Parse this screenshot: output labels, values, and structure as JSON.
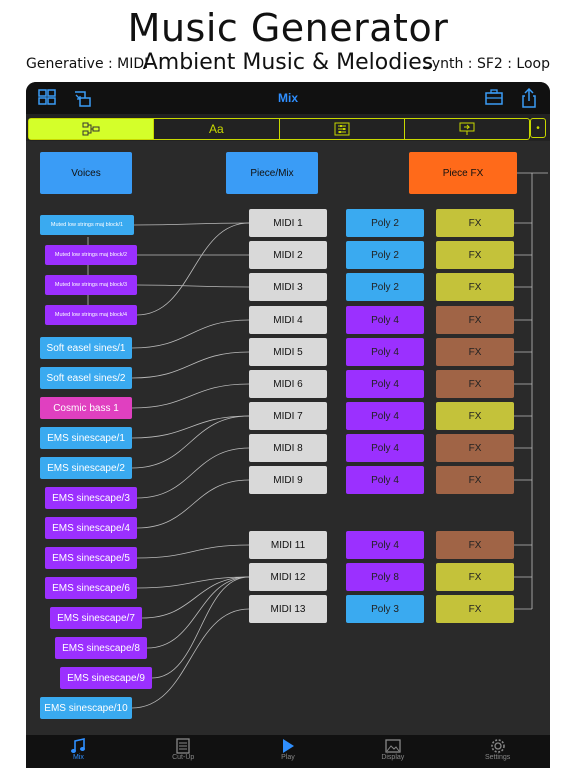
{
  "banner": {
    "title": "Music Generator",
    "subtitle": "Ambient Music & Melodies",
    "left": "Generative : MIDI",
    "right": "Synth : SF2 : Loop"
  },
  "topbar": {
    "title": "Mix",
    "icons": [
      "grid-icon",
      "import-icon",
      "toolbox-icon",
      "share-icon"
    ]
  },
  "tabs": [
    {
      "icon": "flowchart-icon",
      "label": "",
      "active": true
    },
    {
      "icon": "text-icon",
      "label": "Aa",
      "active": false
    },
    {
      "icon": "sliders-icon",
      "label": "",
      "active": false
    },
    {
      "icon": "presentation-icon",
      "label": "",
      "active": false
    }
  ],
  "headers": {
    "voices": "Voices",
    "piece_mix": "Piece/Mix",
    "piece_fx": "Piece FX"
  },
  "colors": {
    "blue": "#3aaaf0",
    "purple": "#9b30ff",
    "pink": "#e040c0",
    "olive": "#c4c23a",
    "brown": "#a06446",
    "orange": "#ff6a1a",
    "voice_blue": "#3aaaf0",
    "header_blue": "#3a9cf6"
  },
  "voices": [
    {
      "label": "Muted low strings maj block/1",
      "color": "#3aaaf0",
      "small": true
    },
    {
      "label": "Muted low strings maj block/2",
      "color": "#9b30ff",
      "small": true
    },
    {
      "label": "Muted low strings maj block/3",
      "color": "#9b30ff",
      "small": true
    },
    {
      "label": "Muted low strings maj block/4",
      "color": "#9b30ff",
      "small": true
    },
    {
      "label": "Soft easel sines/1",
      "color": "#3aaaf0",
      "small": false
    },
    {
      "label": "Soft easel sines/2",
      "color": "#3aaaf0",
      "small": false
    },
    {
      "label": "Cosmic bass 1",
      "color": "#e040c0",
      "small": false
    },
    {
      "label": "EMS sinescape/1",
      "color": "#3aaaf0",
      "small": false
    },
    {
      "label": "EMS sinescape/2",
      "color": "#3aaaf0",
      "small": false
    },
    {
      "label": "EMS sinescape/3",
      "color": "#9b30ff",
      "small": false
    },
    {
      "label": "EMS sinescape/4",
      "color": "#9b30ff",
      "small": false
    },
    {
      "label": "EMS sinescape/5",
      "color": "#9b30ff",
      "small": false
    },
    {
      "label": "EMS sinescape/6",
      "color": "#9b30ff",
      "small": false
    },
    {
      "label": "EMS sinescape/7",
      "color": "#9b30ff",
      "small": false
    },
    {
      "label": "EMS sinescape/8",
      "color": "#9b30ff",
      "small": false
    },
    {
      "label": "EMS sinescape/9",
      "color": "#9b30ff",
      "small": false
    },
    {
      "label": "EMS sinescape/10",
      "color": "#3aaaf0",
      "small": false
    }
  ],
  "channels": [
    {
      "midi": "MIDI 1",
      "poly": "Poly 2",
      "poly_color": "#3aaaf0",
      "fx": "FX",
      "fx_color": "#c4c23a"
    },
    {
      "midi": "MIDI 2",
      "poly": "Poly 2",
      "poly_color": "#3aaaf0",
      "fx": "FX",
      "fx_color": "#c4c23a"
    },
    {
      "midi": "MIDI 3",
      "poly": "Poly 2",
      "poly_color": "#3aaaf0",
      "fx": "FX",
      "fx_color": "#c4c23a"
    },
    {
      "midi": "MIDI 4",
      "poly": "Poly 4",
      "poly_color": "#9b30ff",
      "fx": "FX",
      "fx_color": "#a06446"
    },
    {
      "midi": "MIDI 5",
      "poly": "Poly 4",
      "poly_color": "#9b30ff",
      "fx": "FX",
      "fx_color": "#a06446"
    },
    {
      "midi": "MIDI 6",
      "poly": "Poly 4",
      "poly_color": "#9b30ff",
      "fx": "FX",
      "fx_color": "#a06446"
    },
    {
      "midi": "MIDI 7",
      "poly": "Poly 4",
      "poly_color": "#9b30ff",
      "fx": "FX",
      "fx_color": "#c4c23a"
    },
    {
      "midi": "MIDI 8",
      "poly": "Poly 4",
      "poly_color": "#9b30ff",
      "fx": "FX",
      "fx_color": "#a06446"
    },
    {
      "midi": "MIDI 9",
      "poly": "Poly 4",
      "poly_color": "#9b30ff",
      "fx": "FX",
      "fx_color": "#a06446"
    },
    {
      "midi": "MIDI 11",
      "poly": "Poly 4",
      "poly_color": "#9b30ff",
      "fx": "FX",
      "fx_color": "#a06446"
    },
    {
      "midi": "MIDI 12",
      "poly": "Poly 8",
      "poly_color": "#9b30ff",
      "fx": "FX",
      "fx_color": "#c4c23a"
    },
    {
      "midi": "MIDI 13",
      "poly": "Poly 3",
      "poly_color": "#3aaaf0",
      "fx": "FX",
      "fx_color": "#c4c23a"
    }
  ],
  "routing": [
    [
      "Muted low strings maj block/1",
      "MIDI 1"
    ],
    [
      "Muted low strings maj block/2",
      "MIDI 2"
    ],
    [
      "Muted low strings maj block/3",
      "MIDI 3"
    ],
    [
      "Muted low strings maj block/4",
      "MIDI 1"
    ],
    [
      "Soft easel sines/1",
      "MIDI 4"
    ],
    [
      "Soft easel sines/2",
      "MIDI 5"
    ],
    [
      "Cosmic bass 1",
      "MIDI 6"
    ],
    [
      "EMS sinescape/1",
      "MIDI 7"
    ],
    [
      "EMS sinescape/2",
      "MIDI 7"
    ],
    [
      "EMS sinescape/3",
      "MIDI 8"
    ],
    [
      "EMS sinescape/4",
      "MIDI 9"
    ],
    [
      "EMS sinescape/5",
      "MIDI 11"
    ],
    [
      "EMS sinescape/6",
      "MIDI 12"
    ],
    [
      "EMS sinescape/7",
      "MIDI 12"
    ],
    [
      "EMS sinescape/8",
      "MIDI 12"
    ],
    [
      "EMS sinescape/9",
      "MIDI 12"
    ],
    [
      "EMS sinescape/10",
      "MIDI 13"
    ]
  ],
  "bottom_tabs": [
    {
      "label": "Mix",
      "icon": "music-note-icon",
      "active": true
    },
    {
      "label": "Cut-Up",
      "icon": "document-icon",
      "active": false
    },
    {
      "label": "Play",
      "icon": "play-icon",
      "active": false
    },
    {
      "label": "Display",
      "icon": "image-icon",
      "active": false
    },
    {
      "label": "Settings",
      "icon": "gear-icon",
      "active": false
    }
  ]
}
